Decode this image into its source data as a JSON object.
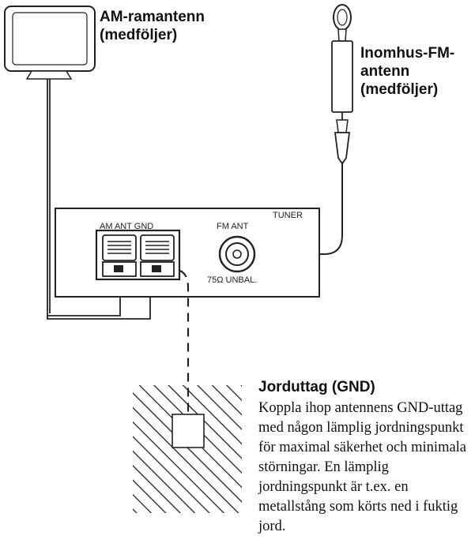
{
  "am_antenna": {
    "label_line1": "AM-ramantenn",
    "label_line2": "(medföljer)"
  },
  "fm_antenna": {
    "label_line1": "Inomhus-FM-",
    "label_line2": "antenn",
    "label_line3": "(medföljer)"
  },
  "panel": {
    "title": "TUNER",
    "am_terminal_label": "AM ANT GND",
    "fm_terminal_label": "FM ANT",
    "impedance_label": "75Ω UNBAL."
  },
  "ground": {
    "title": "Jorduttag (GND)",
    "description": "Koppla ihop antennens GND-uttag med någon lämplig jordningspunkt för maximal säkerhet och minimala störningar. En lämplig jordningspunkt är t.ex. en metallstång som körts ned i fuktig jord."
  }
}
